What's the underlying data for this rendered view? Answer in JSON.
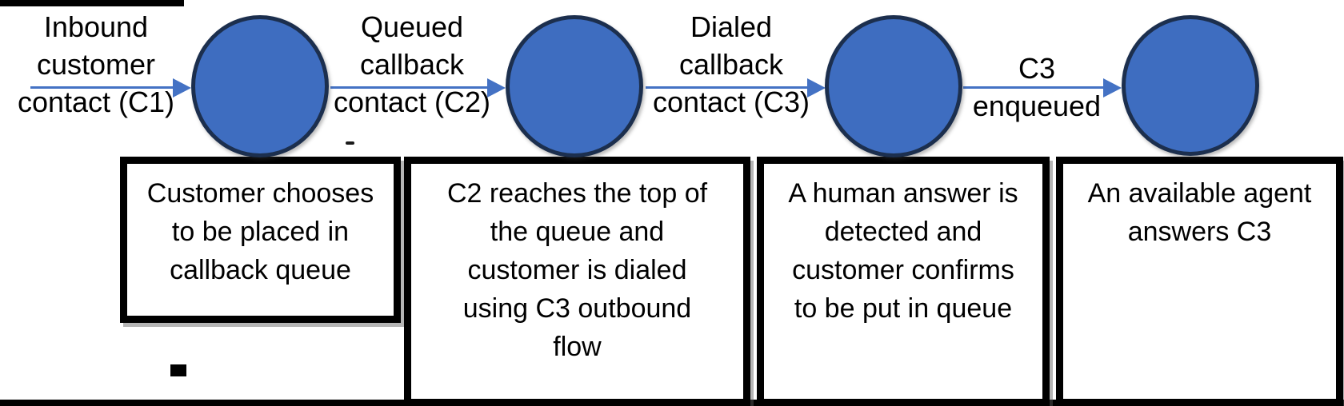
{
  "colors": {
    "background": "#FFFFFF",
    "circle_fill": "#3E6DC0",
    "circle_border": "#1C2F4E",
    "arrow": "#4472C4",
    "box_border": "#000000",
    "box_background": "#FFFFFF",
    "text": "#000000"
  },
  "flow": {
    "transitions": [
      {
        "label": "Inbound\ncustomer\ncontact (C1)"
      },
      {
        "label": "Queued\ncallback\ncontact (C2)"
      },
      {
        "label": "Dialed\ncallback\ncontact (C3)"
      },
      {
        "label": "C3\nenqueued"
      }
    ],
    "states": [
      {
        "description": "Customer chooses\nto be placed in\ncallback queue"
      },
      {
        "description": "C2 reaches the top of\nthe queue and\ncustomer is dialed\nusing C3 outbound\nflow"
      },
      {
        "description": "A human answer is\ndetected and\ncustomer confirms\nto be put in queue"
      },
      {
        "description": "An available agent\nanswers C3"
      }
    ]
  }
}
